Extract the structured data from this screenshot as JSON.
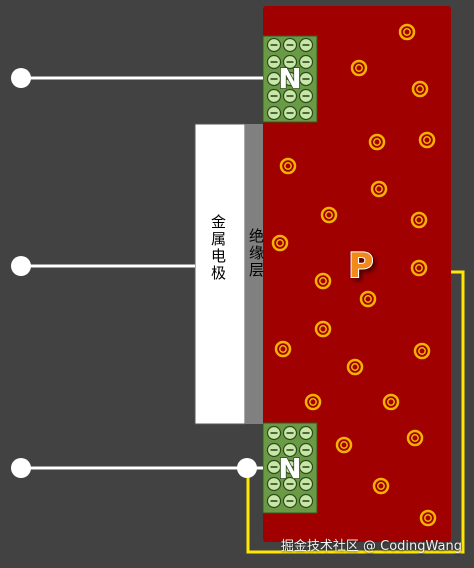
{
  "labels": {
    "metal_electrode": "金属电极",
    "insulation_layer": "绝缘层",
    "p_region": "P",
    "n_region_top": "N",
    "n_region_bottom": "N",
    "electron_sign": "⊖"
  },
  "watermark": "掘金技术社区 @ CodingWang",
  "colors": {
    "background": "#424242",
    "p_substrate": "#a00000",
    "n_region": "#6a9a45",
    "electron": "#c8e6a8",
    "hole_ring": "#f5b200",
    "metal_electrode": "#ffffff",
    "insulation_layer": "#808080",
    "wire": "#ffffff",
    "yellow_wire": "#ffe800",
    "p_label": "#f08a1e"
  }
}
